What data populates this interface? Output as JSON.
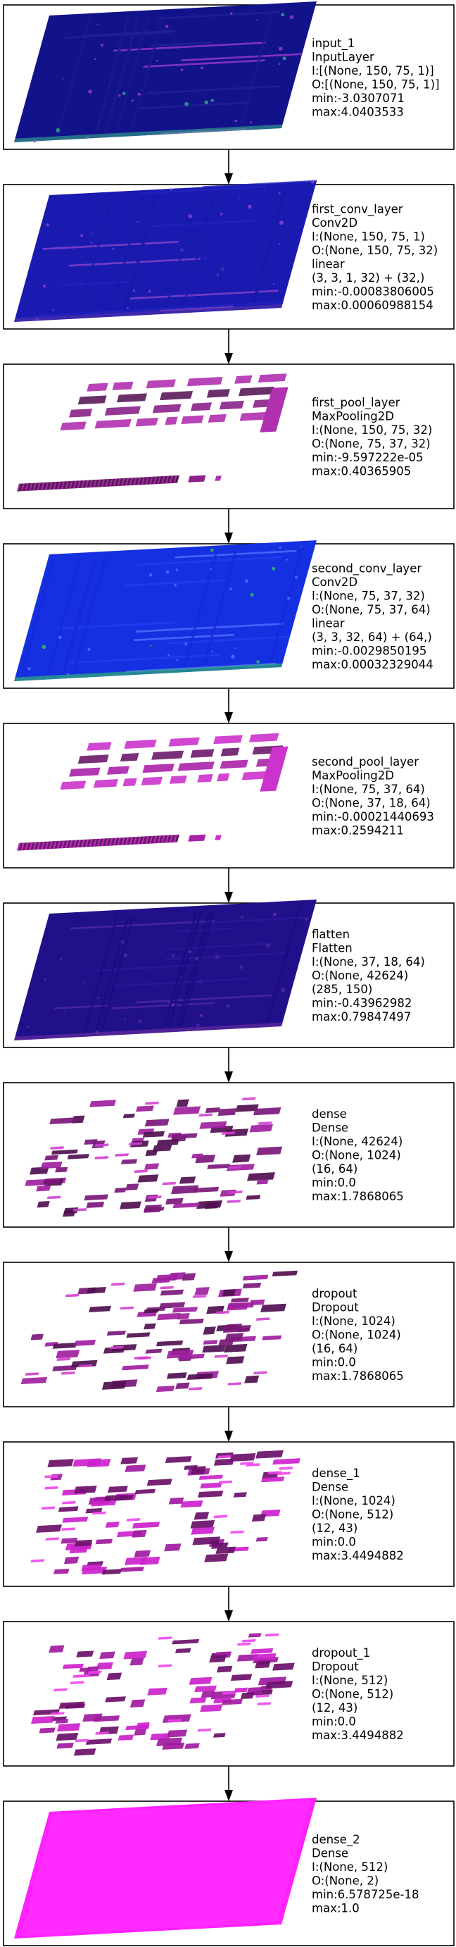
{
  "layers": [
    {
      "lines": [
        "input_1",
        "InputLayer",
        "I:[(None, 150, 75, 1)]",
        "O:[(None, 150, 75, 1)]",
        "min:-3.0307071",
        "max:4.0403533"
      ],
      "visual": {
        "kind": "plane",
        "colors": [
          "#12128a",
          "#22229a",
          "#1a1a90"
        ],
        "accent": "#33aa88",
        "dots": "#9a3ad0"
      }
    },
    {
      "lines": [
        "first_conv_layer",
        "Conv2D",
        "I:(None, 150, 75, 1)",
        "O:(None, 150, 75, 32)",
        "linear",
        "(3, 3, 1, 32) + (32,)",
        "min:-0.00083806005",
        "max:0.00060988154"
      ],
      "visual": {
        "kind": "plane",
        "colors": [
          "#1a1ab0",
          "#2222c0",
          "#1818a8"
        ],
        "accent": "#5533aa",
        "dots": "#8844cc"
      }
    },
    {
      "lines": [
        "first_pool_layer",
        "MaxPooling2D",
        "I:(None, 150, 75, 32)",
        "O:(None, 75, 37, 32)",
        "min:-9.597222e-05",
        "max:0.40365905"
      ],
      "visual": {
        "kind": "bars",
        "colors": [
          "#b030b0",
          "#8a228a",
          "#5a1a5a"
        ],
        "accent": "#e040e0",
        "dots": "#3a1040"
      }
    },
    {
      "lines": [
        "second_conv_layer",
        "Conv2D",
        "I:(None, 75, 37, 32)",
        "O:(None, 75, 37, 64)",
        "linear",
        "(3, 3, 32, 64) + (64,)",
        "min:-0.0029850195",
        "max:0.00032329044"
      ],
      "visual": {
        "kind": "plane",
        "colors": [
          "#1530e0",
          "#2040f0",
          "#1828d8"
        ],
        "accent": "#30c060",
        "dots": "#5070ff"
      }
    },
    {
      "lines": [
        "second_pool_layer",
        "MaxPooling2D",
        "I:(None, 75, 37, 64)",
        "O:(None, 37, 18, 64)",
        "min:-0.00021440693",
        "max:0.2594211"
      ],
      "visual": {
        "kind": "bars",
        "colors": [
          "#cc33cc",
          "#aa22aa",
          "#6a1a6a"
        ],
        "accent": "#ee44ee",
        "dots": "#401040"
      }
    },
    {
      "lines": [
        "flatten",
        "Flatten",
        "I:(None, 37, 18, 64)",
        "O:(None, 42624)",
        "(285, 150)",
        "min:-0.43962982",
        "max:0.79847497"
      ],
      "visual": {
        "kind": "plane",
        "colors": [
          "#20108a",
          "#2a1a9a",
          "#180c80"
        ],
        "accent": "#7030a0",
        "dots": "#5028a0"
      }
    },
    {
      "lines": [
        "dense",
        "Dense",
        "I:(None, 42624)",
        "O:(None, 1024)",
        "(16, 64)",
        "min:0.0",
        "max:1.7868065"
      ],
      "visual": {
        "kind": "blocks",
        "colors": [
          "#a020a0",
          "#7a187a",
          "#501050"
        ],
        "accent": "#d040d0",
        "dots": "#301030"
      }
    },
    {
      "lines": [
        "dropout",
        "Dropout",
        "I:(None, 1024)",
        "O:(None, 1024)",
        "(16, 64)",
        "min:0.0",
        "max:1.7868065"
      ],
      "visual": {
        "kind": "blocks",
        "colors": [
          "#a020a0",
          "#7a187a",
          "#501050"
        ],
        "accent": "#d040d0",
        "dots": "#301030"
      }
    },
    {
      "lines": [
        "dense_1",
        "Dense",
        "I:(None, 1024)",
        "O:(None, 512)",
        "(12, 43)",
        "min:0.0",
        "max:3.4494882"
      ],
      "visual": {
        "kind": "blocks",
        "colors": [
          "#cc22cc",
          "#a01aa0",
          "#6a106a"
        ],
        "accent": "#ee44ee",
        "dots": "#3a103a"
      }
    },
    {
      "lines": [
        "dropout_1",
        "Dropout",
        "I:(None, 512)",
        "O:(None, 512)",
        "(12, 43)",
        "min:0.0",
        "max:3.4494882"
      ],
      "visual": {
        "kind": "blocks",
        "colors": [
          "#cc22cc",
          "#a01aa0",
          "#6a106a"
        ],
        "accent": "#ee44ee",
        "dots": "#3a103a"
      }
    },
    {
      "lines": [
        "dense_2",
        "Dense",
        "I:(None, 512)",
        "O:(None, 2)",
        "min:6.578725e-18",
        "max:1.0"
      ],
      "visual": {
        "kind": "solid",
        "colors": [
          "#ff22ff",
          "#f018f0",
          "#ff33ff"
        ],
        "accent": "#ff55ff",
        "dots": "#ff22ff"
      }
    }
  ]
}
